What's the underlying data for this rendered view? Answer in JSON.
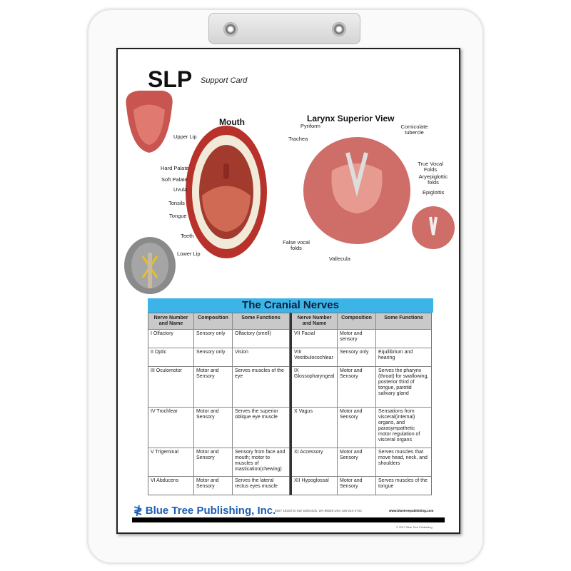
{
  "card": {
    "title": "SLP",
    "subtitle": "Support Card"
  },
  "mouth": {
    "heading": "Mouth",
    "labels": [
      "Upper Lip",
      "Hard Palate",
      "Soft Palate",
      "Uvula",
      "Tonsils",
      "Tongue",
      "Teeth",
      "Lower Lip"
    ]
  },
  "larynx": {
    "heading": "Larynx Superior View",
    "labels": {
      "pyriform": "Pyriform",
      "corniculate": "Corniculate tubercle",
      "trachea": "Trachea",
      "true_vocal": "True Vocal Folds",
      "aryepiglottic": "Aryepiglottic folds",
      "epiglottis": "Epiglottis",
      "false_vocal": "False vocal folds",
      "vallecula": "Vallecula"
    }
  },
  "table": {
    "title": "The Cranial Nerves",
    "headers": [
      "Nerve Number and Name",
      "Composition",
      "Some Functions"
    ],
    "left": [
      [
        "I   Olfactory",
        "Sensory only",
        "Olfactory (smell)"
      ],
      [
        "II   Optic",
        "Sensory only",
        "Vision"
      ],
      [
        "III  Oculomotor",
        "Motor and Sensory",
        "Serves muscles of the eye"
      ],
      [
        "IV  Trochlear",
        "Motor and Sensory",
        "Serves the superior oblique eye muscle"
      ],
      [
        "V  Trigeminal",
        "Motor and Sensory",
        "Sensory from face and mouth; motor to muscles of mastication(chewing)"
      ],
      [
        "VI  Abducens",
        "Motor and Sensory",
        "Serves the lateral rectus eyes muscle"
      ]
    ],
    "right": [
      [
        "VII  Facial",
        "Motor and sensory",
        ""
      ],
      [
        "VIII Vestibulocochlear",
        "Sensory only",
        "Equilibrium and hearing"
      ],
      [
        "IX Glossopharyngeal",
        "Motor and Sensory",
        "Serves the pharynx (throat) for swallowing, posterior third of tongue, parotid salivary gland"
      ],
      [
        "X  Vagus",
        "Motor and Sensory",
        "Sensations from visceral(internal) organs, and parasympathetic motor regulation of visceral organs"
      ],
      [
        "XI  Accessory",
        "Motor and Sensory",
        "Serves muscles that move head, neck, and shoulders"
      ],
      [
        "XII  Hypoglossal",
        "Motor and Sensory",
        "Serves muscles of the tongue"
      ]
    ]
  },
  "footer": {
    "publisher": "Blue Tree Publishing, Inc.",
    "address": "8927 192nd St SW, Edmonds, WA 98026 USA 425-210-4743",
    "website": "www.bluetreepublishing.com",
    "copyright": "© 2017 Blue Tree Publishing"
  },
  "colors": {
    "table_header": "#3db4e8",
    "publisher": "#1a5fb4",
    "tissue": "#c8554f"
  }
}
